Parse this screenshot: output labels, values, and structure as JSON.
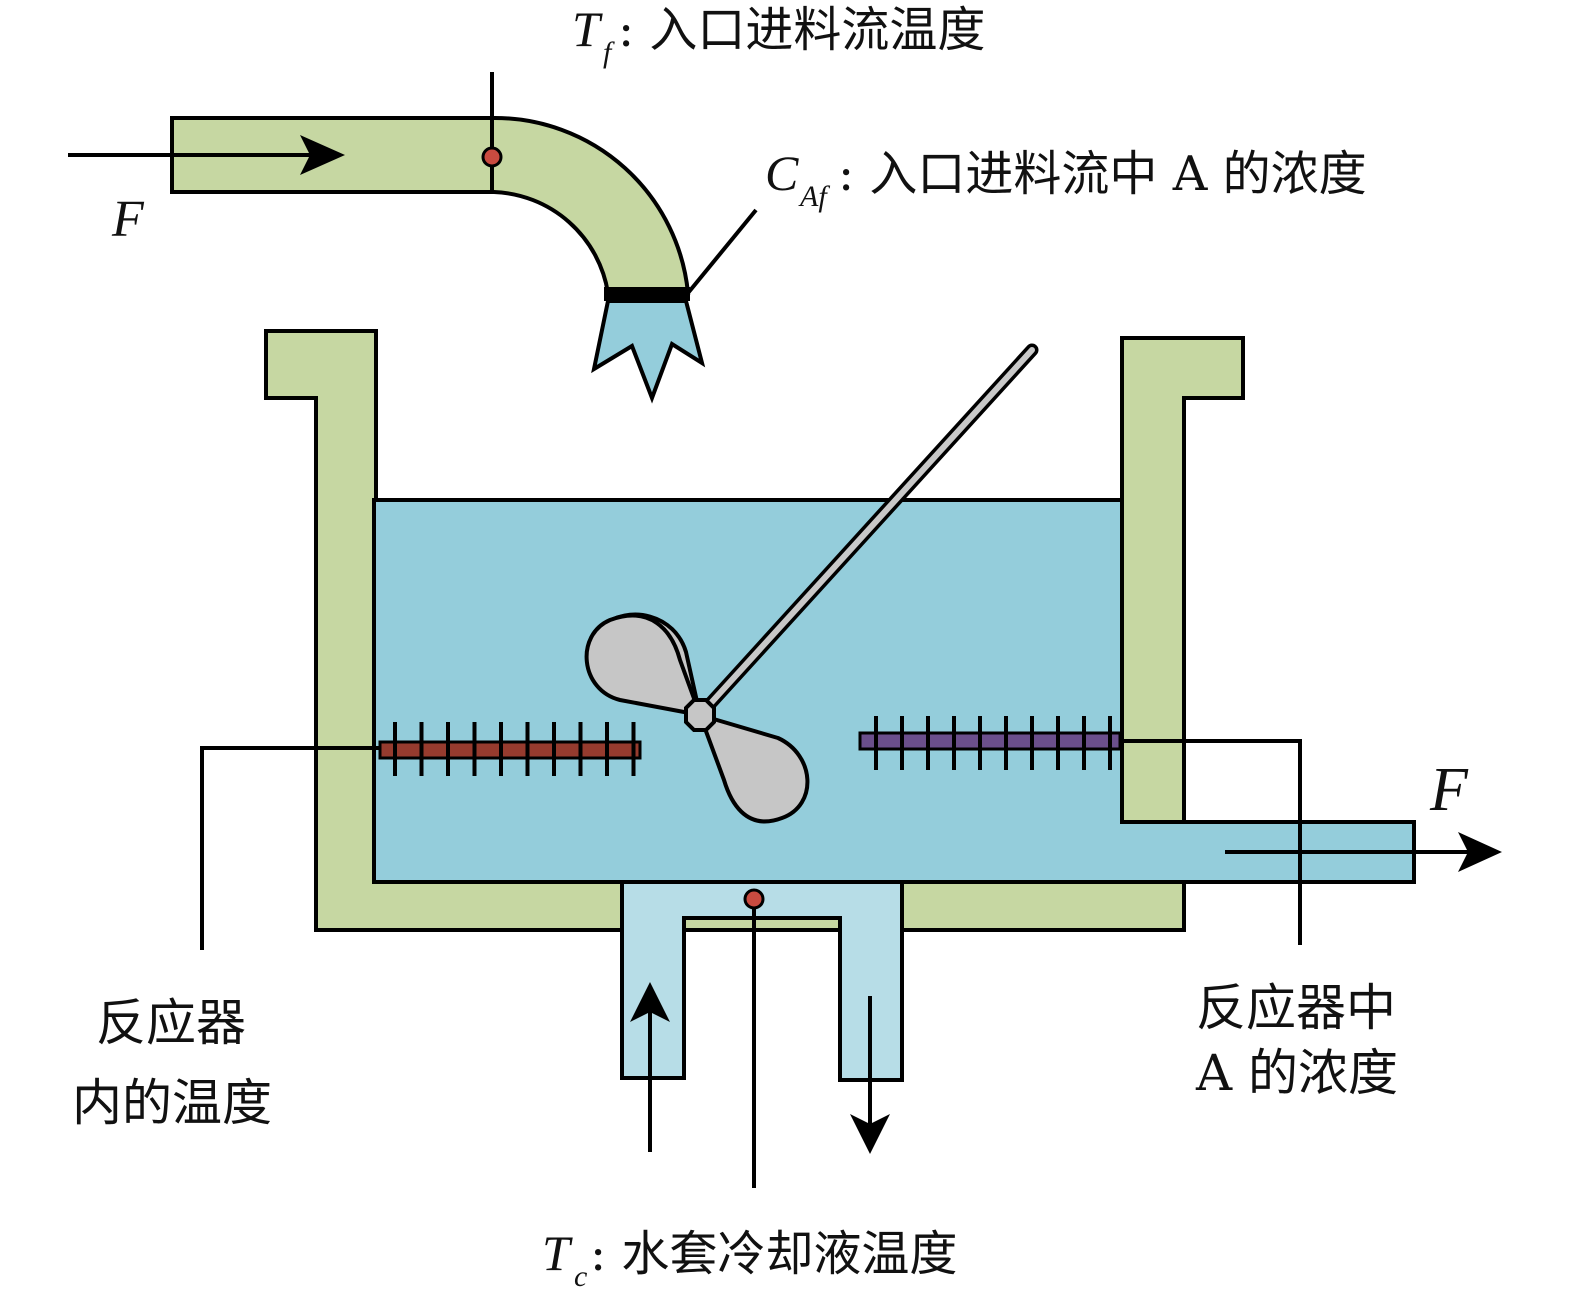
{
  "labels": {
    "feed_temp": {
      "symbol": "T",
      "sub": "f",
      "text": ": 入口进料流温度"
    },
    "feed_conc": {
      "symbol": "C",
      "sub": "Af",
      "text": ": 入口进料流中 A 的浓度"
    },
    "inlet_flow": "F",
    "outlet_flow": "F",
    "reactor_temp": {
      "line1": "反应器",
      "line2": "内的温度"
    },
    "reactor_conc": {
      "line1": "反应器中",
      "line2": "A 的浓度"
    },
    "coolant_temp": {
      "symbol": "T",
      "sub": "c",
      "text": ": 水套冷却液温度"
    }
  },
  "colors": {
    "pipe_green": "#c6d7a2",
    "liquid_blue": "#94cddb",
    "coolant_blue": "#b7dde7",
    "impeller_gray": "#c6c6c6",
    "shaft_gray": "#c8c8c8",
    "temp_sensor_red": "#963b2e",
    "conc_sensor_purple": "#6b4f8c",
    "sensor_dot_red": "#c94b40"
  }
}
